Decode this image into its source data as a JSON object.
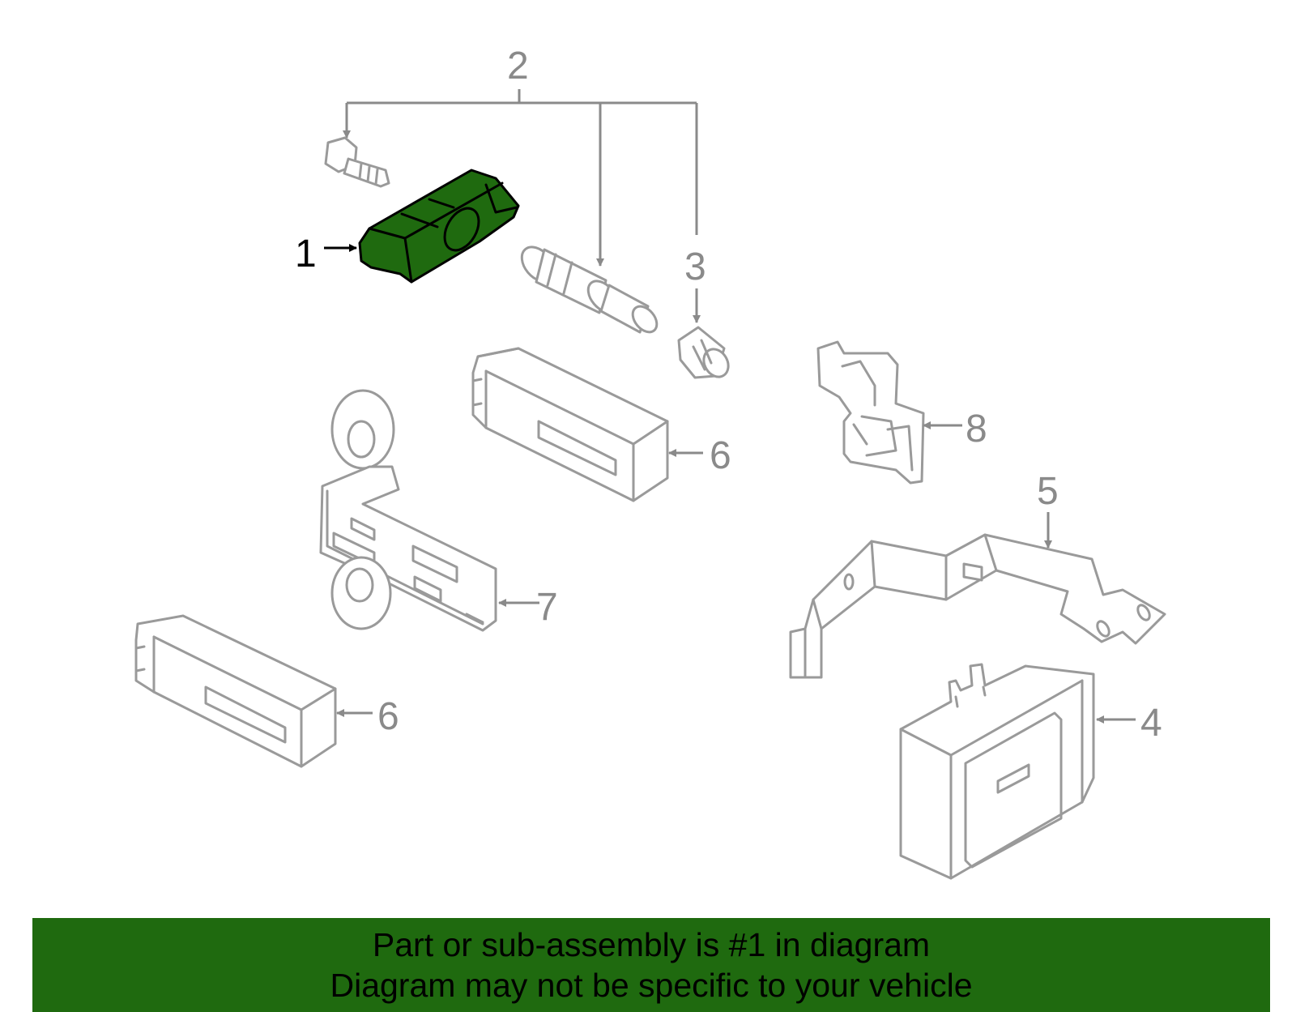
{
  "colors": {
    "highlight_fill": "#1f6a0f",
    "banner_background": "#1f6a0f",
    "line_gray": "#9a9a9a",
    "label_gray": "#8a8a8a"
  },
  "callouts": {
    "c1": "1",
    "c2": "2",
    "c3": "3",
    "c4": "4",
    "c5": "5",
    "c6a": "6",
    "c6b": "6",
    "c7": "7",
    "c8": "8"
  },
  "banner": {
    "line1": "Part or sub-assembly is #1 in diagram",
    "line2": "Diagram may not be specific to your vehicle"
  }
}
